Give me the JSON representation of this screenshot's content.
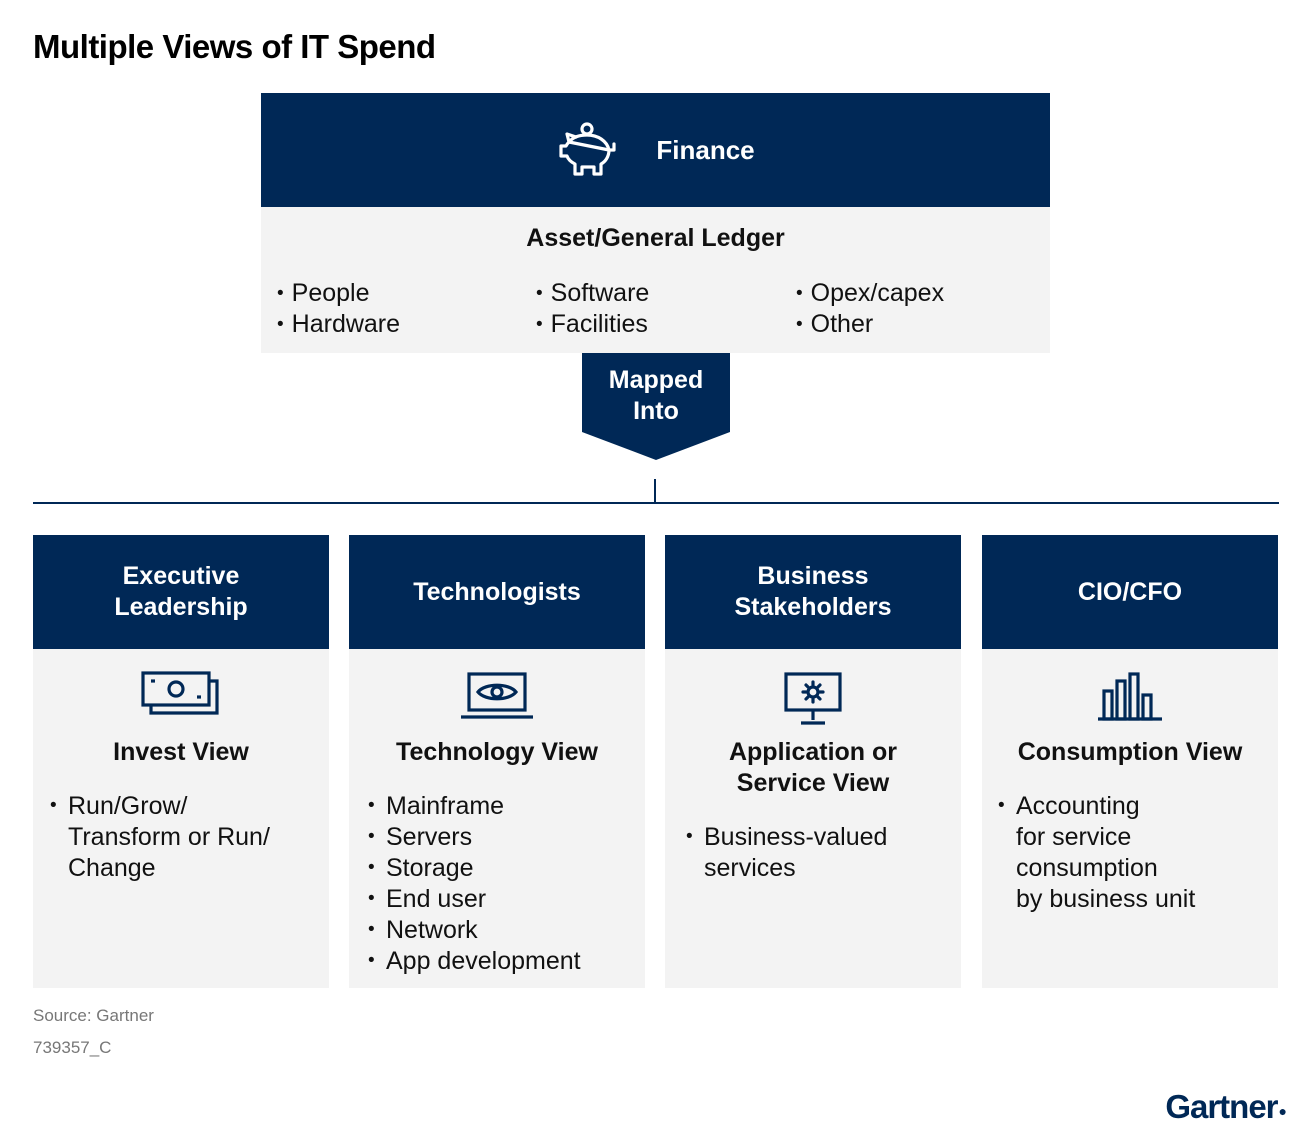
{
  "title": "Multiple Views of IT Spend",
  "colors": {
    "navy": "#002856",
    "panel": "#f3f3f3"
  },
  "finance": {
    "label": "Finance",
    "icon": "piggy-bank-icon",
    "ledger_title": "Asset/General Ledger",
    "items_col1": [
      "People",
      "Hardware"
    ],
    "items_col2": [
      "Software",
      "Facilities"
    ],
    "items_col3": [
      "Opex/capex",
      "Other"
    ]
  },
  "arrow": {
    "line1": "Mapped",
    "line2": "Into"
  },
  "columns": [
    {
      "header_lines": [
        "Executive",
        "Leadership"
      ],
      "icon": "money-bills-icon",
      "view_lines": [
        "Invest View"
      ],
      "bullets": [
        "Run/Grow/\nTransform or Run/\nChange"
      ]
    },
    {
      "header_lines": [
        "Technologists"
      ],
      "icon": "laptop-eye-icon",
      "view_lines": [
        "Technology View"
      ],
      "bullets": [
        "Mainframe",
        "Servers",
        "Storage",
        "End user",
        "Network",
        "App development"
      ]
    },
    {
      "header_lines": [
        "Business",
        "Stakeholders"
      ],
      "icon": "monitor-gear-icon",
      "view_lines": [
        "Application or",
        "Service View"
      ],
      "bullets": [
        "Business-valued\nservices"
      ]
    },
    {
      "header_lines": [
        "CIO/CFO"
      ],
      "icon": "bar-chart-icon",
      "view_lines": [
        "Consumption View"
      ],
      "bullets": [
        "Accounting\nfor service\nconsumption\nby business unit"
      ]
    }
  ],
  "footer": {
    "source": "Source: Gartner",
    "code": "739357_C",
    "logo": "Gartner"
  }
}
